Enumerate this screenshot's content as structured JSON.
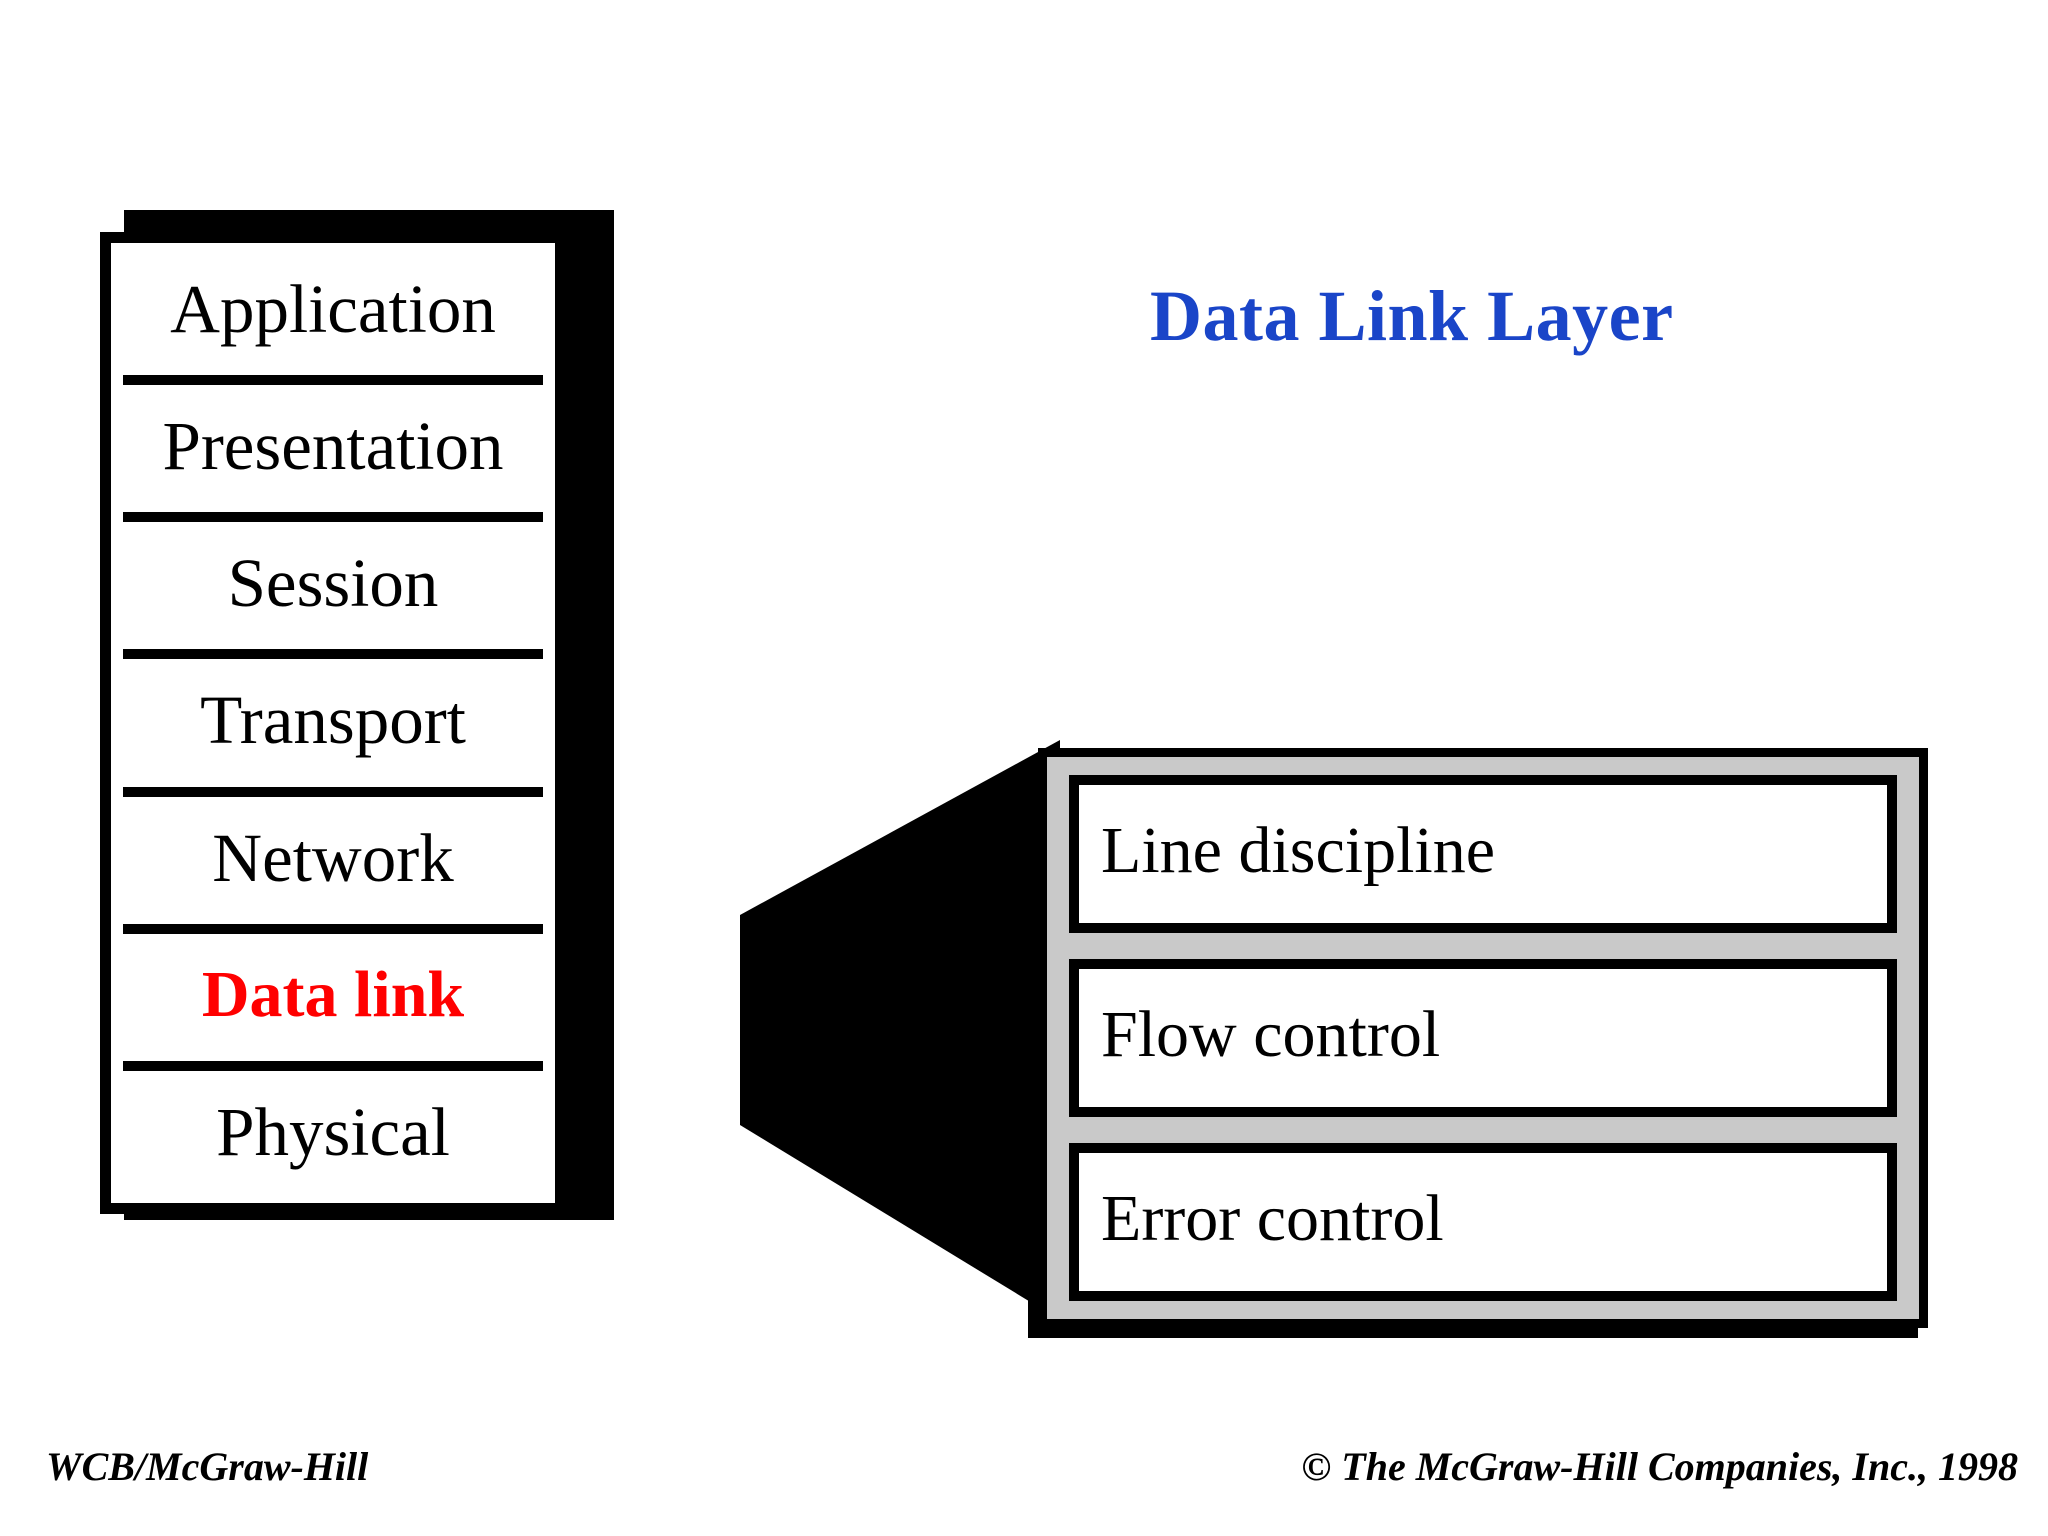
{
  "slide": {
    "title": "Data Link Layer",
    "title_color": "#1a45c8",
    "background_color": "#ffffff"
  },
  "osi_stack": {
    "name": "OSI layer stack",
    "highlight_color": "#ff0000",
    "layers": [
      {
        "label": "Application",
        "highlighted": false
      },
      {
        "label": "Presentation",
        "highlighted": false
      },
      {
        "label": "Session",
        "highlighted": false
      },
      {
        "label": "Transport",
        "highlighted": false
      },
      {
        "label": "Network",
        "highlighted": false
      },
      {
        "label": "Data link",
        "highlighted": true
      },
      {
        "label": "Physical",
        "highlighted": false
      }
    ]
  },
  "detail_panel": {
    "name": "Data link layer functions",
    "panel_color": "#c9c9c9",
    "items": [
      {
        "label": "Line discipline"
      },
      {
        "label": "Flow control"
      },
      {
        "label": "Error control"
      }
    ]
  },
  "connector": {
    "name": "expansion-funnel",
    "color": "#000000"
  },
  "footer": {
    "left": "WCB/McGraw-Hill",
    "right": "© The McGraw-Hill Companies, Inc., 1998"
  }
}
